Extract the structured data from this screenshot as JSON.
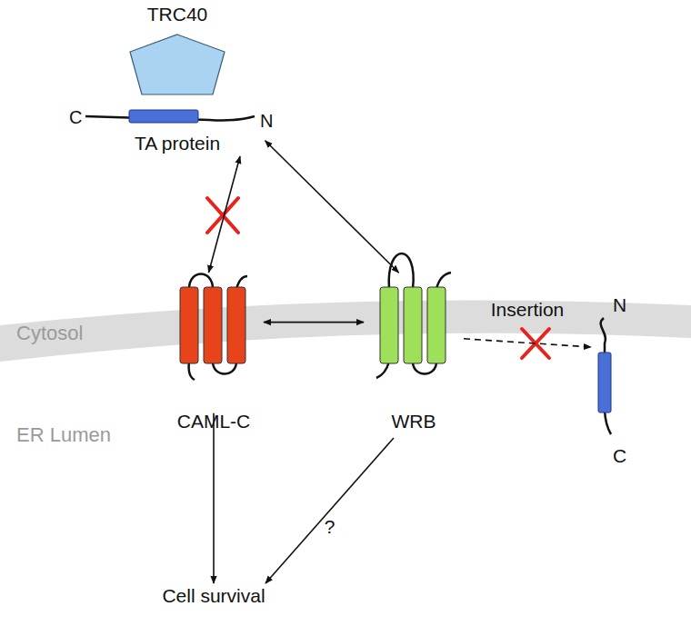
{
  "diagram": {
    "nodes": [
      {
        "text": [
          "TRC40",
          "TA protein"
        ]
      },
      {
        "text": [
          "CAML-C"
        ]
      },
      {
        "text": [
          "WRB"
        ]
      },
      {
        "text": [
          "N",
          "C"
        ]
      },
      {
        "text": [
          "Cell survival"
        ]
      }
    ],
    "edges": [
      {
        "from": 0,
        "to": 1,
        "arrow": "both"
      },
      {
        "from": 0,
        "to": 2,
        "arrow": "both"
      },
      {
        "from": 1,
        "to": 2,
        "arrow": "both"
      },
      {
        "from": 2,
        "to": 3,
        "label": "Insertion",
        "arrow": "to"
      },
      {
        "from": 1,
        "to": 4,
        "arrow": "to"
      },
      {
        "from": 2,
        "to": 4,
        "label": "?",
        "arrow": "to"
      }
    ],
    "labels": [
      "C",
      "N",
      "Cytosol",
      "ER Lumen"
    ]
  }
}
